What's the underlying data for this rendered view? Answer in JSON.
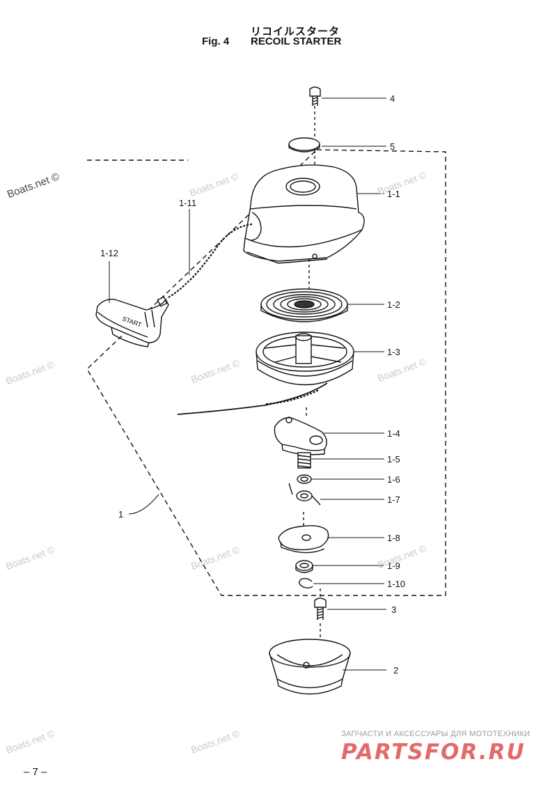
{
  "header": {
    "title_jp": "リコイルスタータ",
    "fig_number": "Fig. 4",
    "fig_title": "RECOIL STARTER"
  },
  "callouts": [
    "4",
    "5",
    "1-1",
    "1-11",
    "1-12",
    "1-2",
    "1-3",
    "1-4",
    "1-5",
    "1-6",
    "1-7",
    "1",
    "1-8",
    "1-9",
    "1-10",
    "3",
    "2"
  ],
  "handle_text": "START",
  "watermark": "Boats.net ©",
  "page_number": "– 7 –",
  "shop": {
    "tagline": "ЗАПЧАСТИ И АКСЕССУАРЫ ДЛЯ МОТОТЕХНИКИ",
    "logo": "PARTSFOR.RU"
  },
  "colors": {
    "line": "#111111",
    "watermark": "#c9c9c9",
    "logo": "#e36a6a"
  }
}
